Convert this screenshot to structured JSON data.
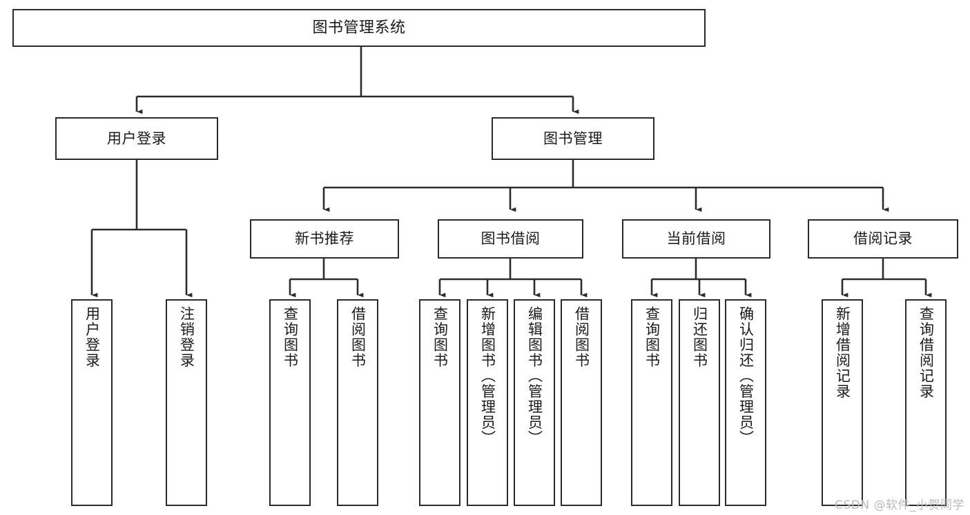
{
  "diagram": {
    "title": "图书管理系统",
    "watermark": "CSDN @软件_小贺同学",
    "colors": {
      "background": "#ffffff",
      "stroke": "#2b2b2b",
      "text": "#1a1a1a",
      "watermark": "#b9b9b9"
    },
    "nodes": {
      "root": {
        "label": "图书管理系统"
      },
      "level2": [
        {
          "label": "用户登录"
        },
        {
          "label": "图书管理"
        }
      ],
      "level3": [
        {
          "label": "新书推荐"
        },
        {
          "label": "图书借阅"
        },
        {
          "label": "当前借阅"
        },
        {
          "label": "借阅记录"
        }
      ],
      "leaves_user_login": [
        {
          "label": "用户登录"
        },
        {
          "label": "注销登录"
        }
      ],
      "leaves_new_books": [
        {
          "label": "查询图书"
        },
        {
          "label": "借阅图书"
        }
      ],
      "leaves_borrow": [
        {
          "label": "查询图书"
        },
        {
          "label": "新增图书（管理员）"
        },
        {
          "label": "编辑图书（管理员）"
        },
        {
          "label": "借阅图书"
        }
      ],
      "leaves_current": [
        {
          "label": "查询图书"
        },
        {
          "label": "归还图书"
        },
        {
          "label": "确认归还（管理员）"
        }
      ],
      "leaves_records": [
        {
          "label": "新增借阅记录"
        },
        {
          "label": "查询借阅记录"
        }
      ]
    }
  }
}
